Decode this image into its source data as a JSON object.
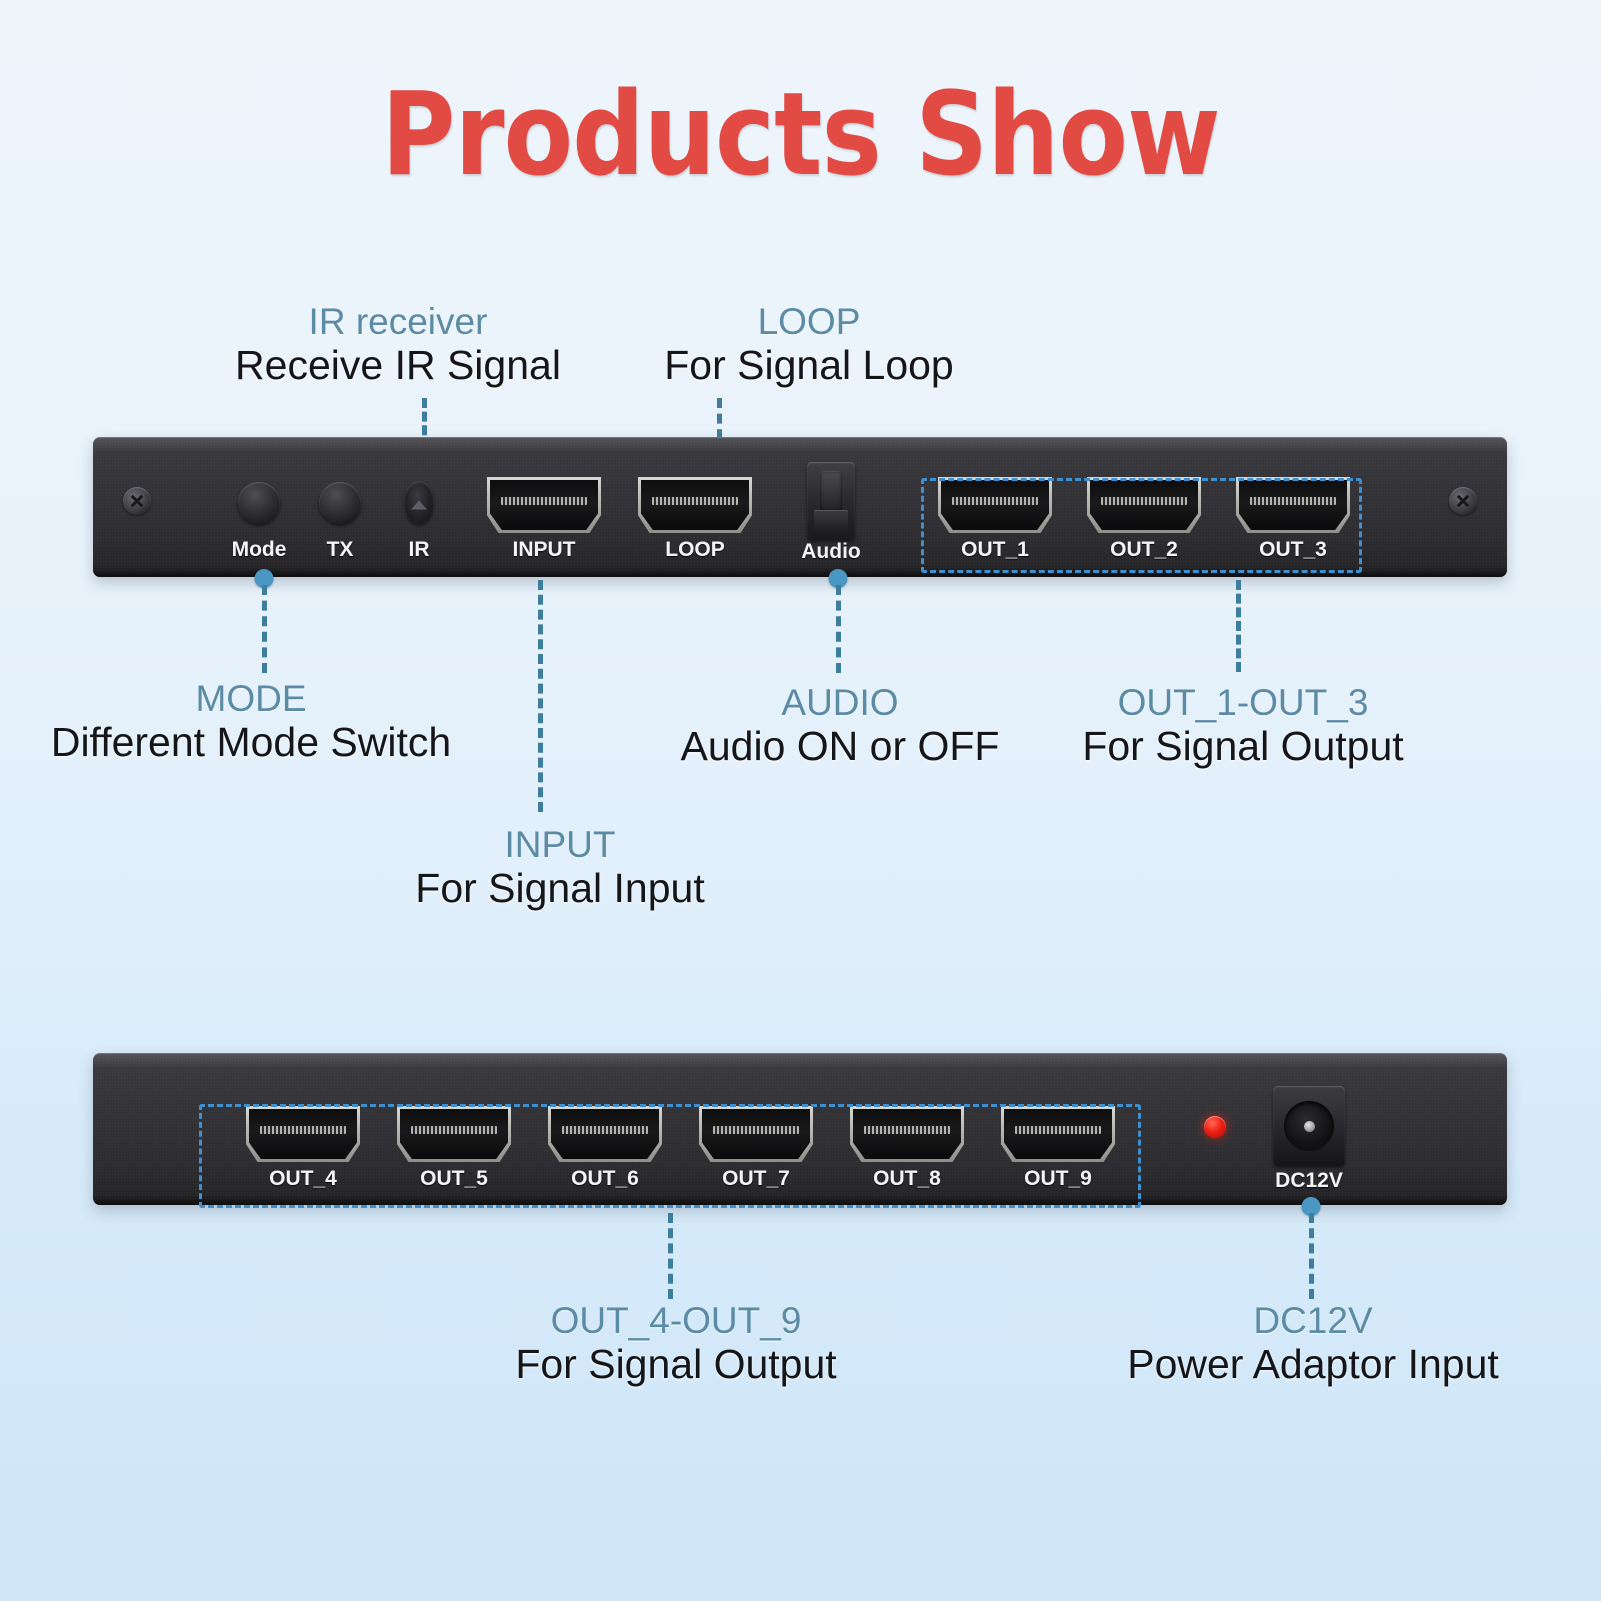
{
  "page": {
    "title": "Products Show",
    "title_color": "#e24b44",
    "accent_blue": "#5b8ba5",
    "dash_box_color": "#3f8fcf",
    "leader_color": "#3d7d9e",
    "background": "light blue gradient"
  },
  "device_top": {
    "name": "HDMI splitter front panel",
    "ports": [
      {
        "id": "mode",
        "label": "Mode",
        "type": "round-button"
      },
      {
        "id": "tx",
        "label": "TX",
        "type": "round-button"
      },
      {
        "id": "ir",
        "label": "IR",
        "type": "ir-sensor"
      },
      {
        "id": "input",
        "label": "INPUT",
        "type": "hdmi"
      },
      {
        "id": "loop",
        "label": "LOOP",
        "type": "hdmi"
      },
      {
        "id": "audio",
        "label": "Audio",
        "type": "optical-toslink"
      },
      {
        "id": "out1",
        "label": "OUT_1",
        "type": "hdmi"
      },
      {
        "id": "out2",
        "label": "OUT_2",
        "type": "hdmi"
      },
      {
        "id": "out3",
        "label": "OUT_3",
        "type": "hdmi"
      }
    ]
  },
  "device_bottom": {
    "name": "HDMI splitter rear panel",
    "ports": [
      {
        "id": "out4",
        "label": "OUT_4",
        "type": "hdmi"
      },
      {
        "id": "out5",
        "label": "OUT_5",
        "type": "hdmi"
      },
      {
        "id": "out6",
        "label": "OUT_6",
        "type": "hdmi"
      },
      {
        "id": "out7",
        "label": "OUT_7",
        "type": "hdmi"
      },
      {
        "id": "out8",
        "label": "OUT_8",
        "type": "hdmi"
      },
      {
        "id": "out9",
        "label": "OUT_9",
        "type": "hdmi"
      },
      {
        "id": "dc12v",
        "label": "DC12V",
        "type": "dc-barrel-jack"
      }
    ],
    "led": {
      "id": "power-led",
      "color": "#f01f12"
    }
  },
  "callouts": {
    "ir_receiver": {
      "key": "IR receiver",
      "desc": "Receive IR Signal"
    },
    "loop": {
      "key": "LOOP",
      "desc": "For  Signal Loop"
    },
    "mode": {
      "key": "MODE",
      "desc": "Different Mode Switch"
    },
    "input": {
      "key": "INPUT",
      "desc": "For  Signal Input"
    },
    "audio": {
      "key": "AUDIO",
      "desc": "Audio ON or OFF"
    },
    "out_1_3": {
      "key": "OUT_1-OUT_3",
      "desc": "For  Signal Output"
    },
    "out_4_9": {
      "key": "OUT_4-OUT_9",
      "desc": "For Signal Output"
    },
    "dc12v": {
      "key": "DC12V",
      "desc": "Power Adaptor Input"
    }
  }
}
